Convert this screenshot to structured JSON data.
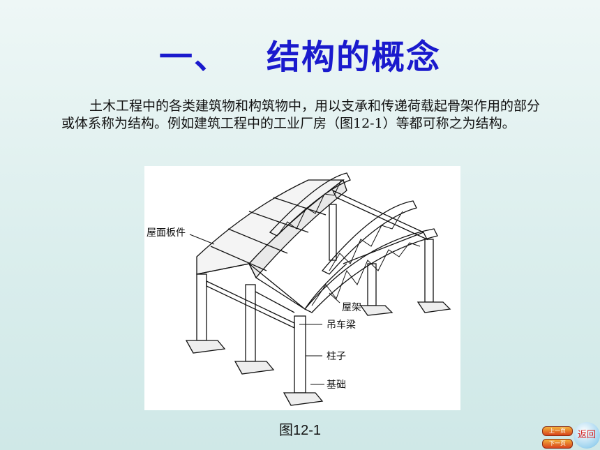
{
  "page": {
    "title_number": "一、",
    "title_text": "结构的概念",
    "paragraph": "土木工程中的各类建筑物和构筑物中，用以支承和传递荷载起骨架作用的部分或体系称为结构。例如建筑工程中的工业厂房（图12-1）等都可称之为结构。",
    "caption": "图12-1"
  },
  "figure": {
    "labels": {
      "roof_panel": "屋面板件",
      "roof_truss": "屋架",
      "crane_beam": "吊车梁",
      "column": "柱子",
      "foundation": "基础"
    }
  },
  "nav": {
    "prev_label": "上一页",
    "next_label": "下一页",
    "back_label": "返回"
  }
}
